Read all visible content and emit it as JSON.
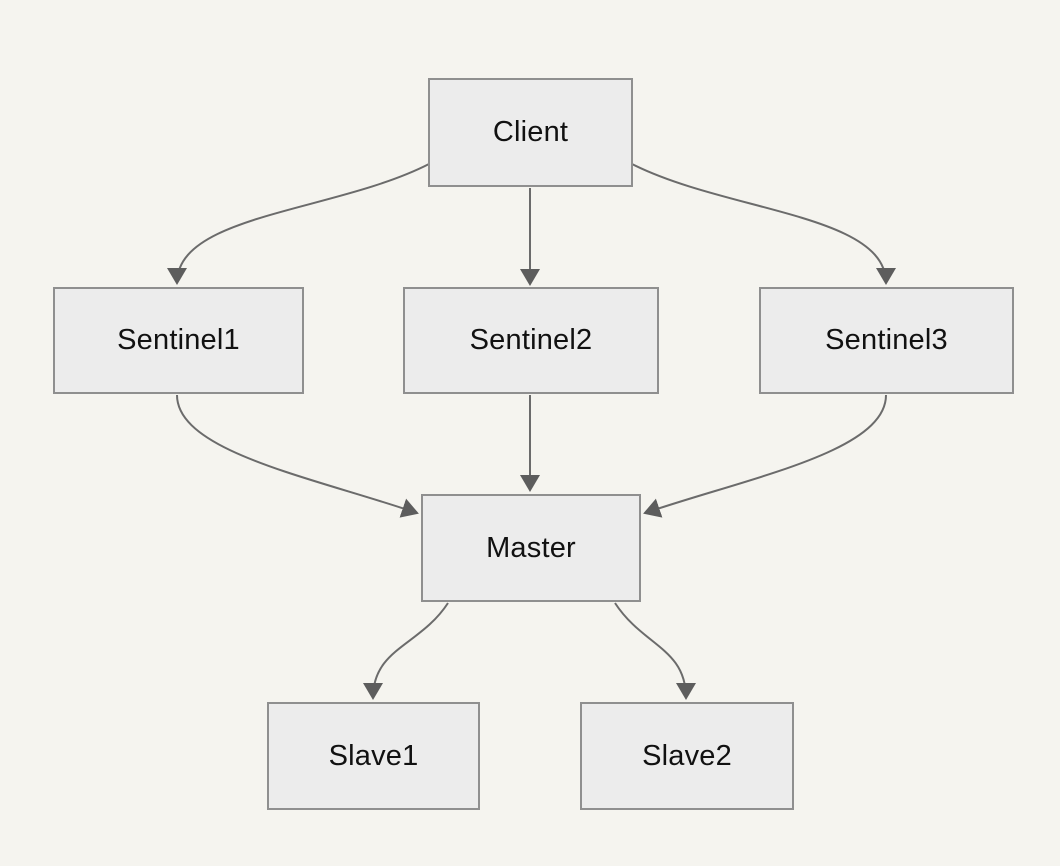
{
  "diagram": {
    "type": "flow-diagram",
    "nodes": [
      {
        "id": "client",
        "label": "Client"
      },
      {
        "id": "sentinel1",
        "label": "Sentinel1"
      },
      {
        "id": "sentinel2",
        "label": "Sentinel2"
      },
      {
        "id": "sentinel3",
        "label": "Sentinel3"
      },
      {
        "id": "master",
        "label": "Master"
      },
      {
        "id": "slave1",
        "label": "Slave1"
      },
      {
        "id": "slave2",
        "label": "Slave2"
      }
    ],
    "edges": [
      {
        "from": "client",
        "to": "sentinel1"
      },
      {
        "from": "client",
        "to": "sentinel2"
      },
      {
        "from": "client",
        "to": "sentinel3"
      },
      {
        "from": "sentinel1",
        "to": "master"
      },
      {
        "from": "sentinel2",
        "to": "master"
      },
      {
        "from": "sentinel3",
        "to": "master"
      },
      {
        "from": "master",
        "to": "slave1"
      },
      {
        "from": "master",
        "to": "slave2"
      }
    ],
    "colors": {
      "background": "#f5f4ef",
      "node_fill": "#ececec",
      "node_border": "#8f8f8f",
      "edge_stroke": "#6b6b6b",
      "arrowhead": "#5d5d5d",
      "label_text": "#111111"
    }
  }
}
